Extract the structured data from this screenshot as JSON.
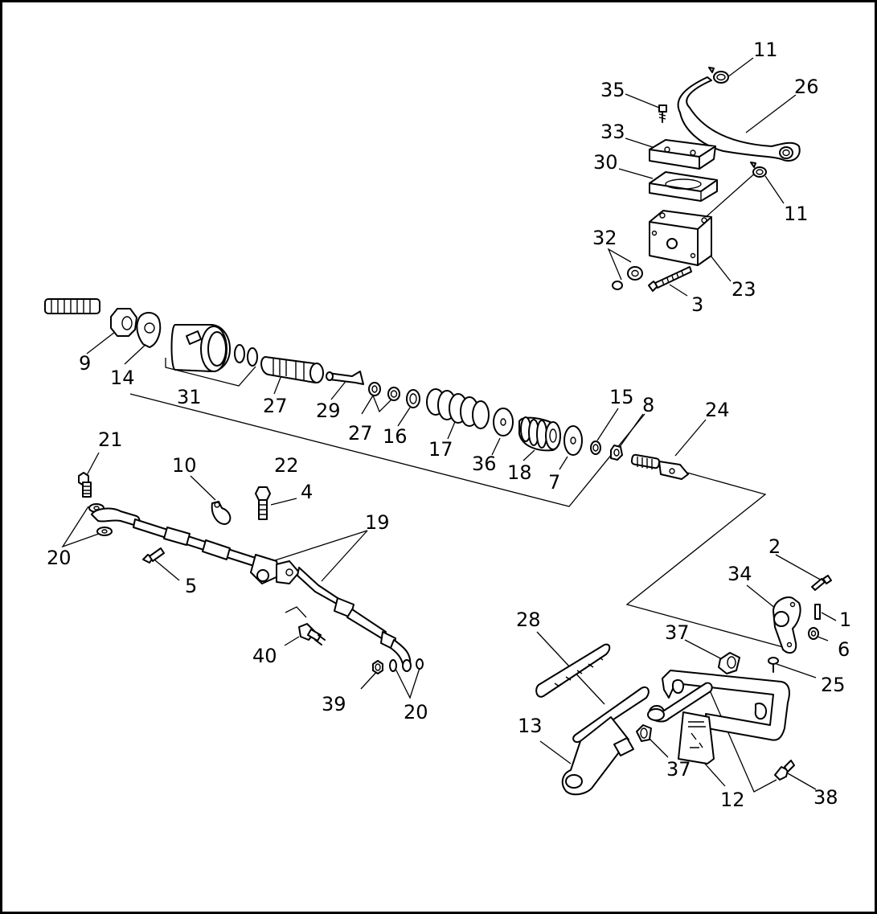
{
  "diagram": {
    "border_color": "#000000",
    "labels": {
      "l1": "1",
      "l2": "2",
      "l3": "3",
      "l4": "4",
      "l5": "5",
      "l6": "6",
      "l7": "7",
      "l8": "8",
      "l9": "9",
      "l10": "10",
      "l11a": "11",
      "l11b": "11",
      "l12": "12",
      "l13": "13",
      "l14": "14",
      "l15": "15",
      "l16": "16",
      "l17": "17",
      "l18": "18",
      "l19": "19",
      "l20a": "20",
      "l20b": "20",
      "l21": "21",
      "l22": "22",
      "l23": "23",
      "l24": "24",
      "l25": "25",
      "l26": "26",
      "l27a": "27",
      "l27b": "27",
      "l28": "28",
      "l29": "29",
      "l30": "30",
      "l31": "31",
      "l32": "32",
      "l33": "33",
      "l34": "34",
      "l35": "35",
      "l36": "36",
      "l37a": "37",
      "l37b": "37",
      "l38": "38",
      "l39": "39",
      "l40": "40"
    }
  }
}
